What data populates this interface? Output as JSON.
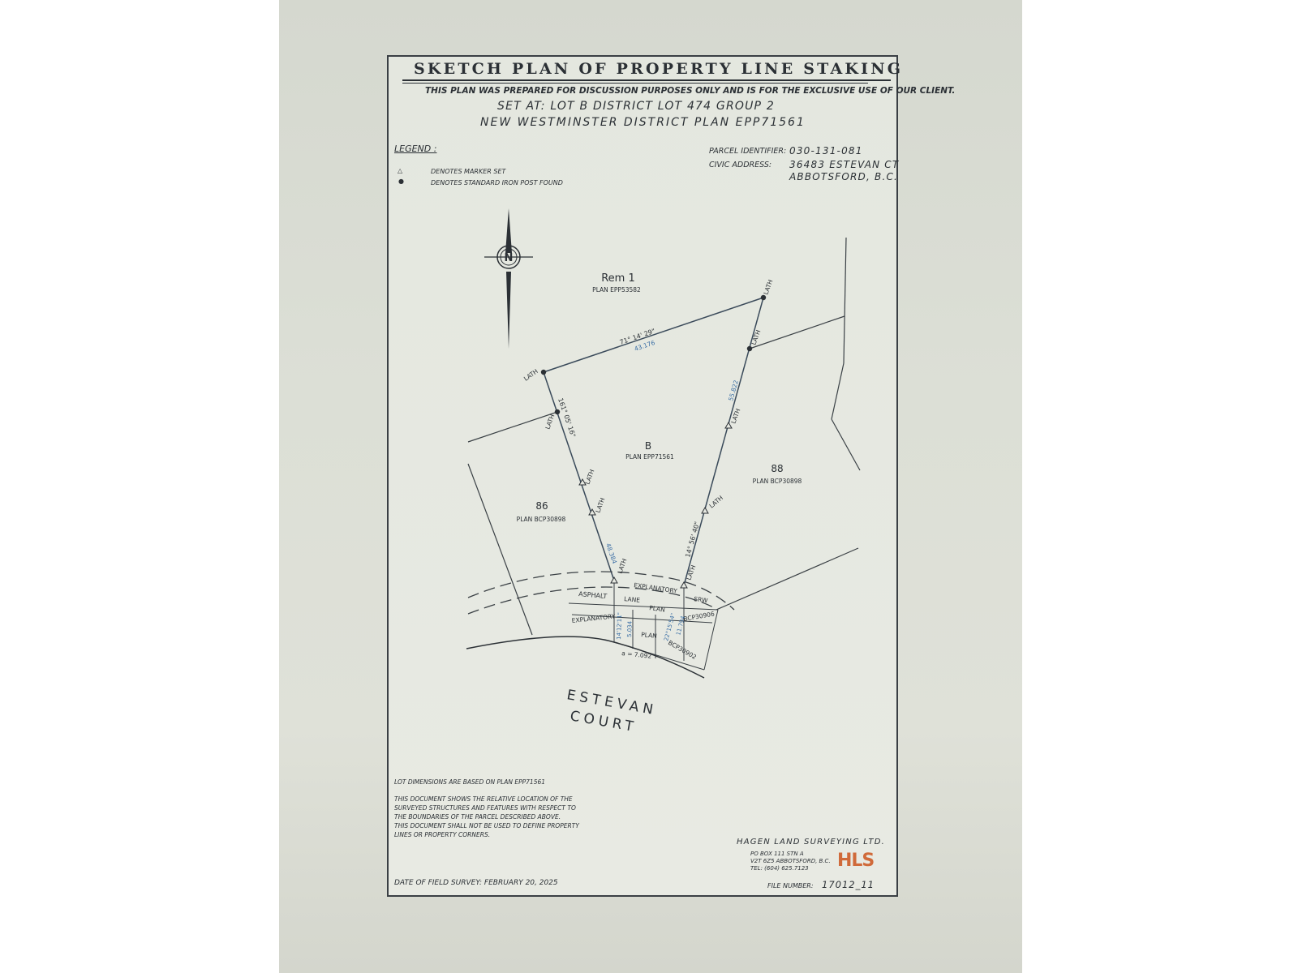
{
  "header": {
    "title": "SKETCH PLAN OF PROPERTY LINE STAKING",
    "disclaimer": "THIS PLAN WAS PREPARED FOR DISCUSSION PURPOSES ONLY AND IS FOR THE EXCLUSIVE USE OF OUR CLIENT.",
    "set_at": "SET AT: LOT B DISTRICT LOT 474 GROUP 2",
    "plan_line": "NEW WESTMINSTER DISTRICT PLAN EPP71561"
  },
  "legend": {
    "heading": "LEGEND :",
    "marker_set": "DENOTES MARKER SET",
    "iron_post": "DENOTES STANDARD IRON POST FOUND"
  },
  "parcel": {
    "pid_label": "PARCEL IDENTIFIER:",
    "pid_value": "030-131-081",
    "civic_label": "CIVIC ADDRESS:",
    "civic_line1": "36483 ESTEVAN CT",
    "civic_line2": "ABBOTSFORD, B.C."
  },
  "map": {
    "north": "N",
    "rem_lot": "Rem 1",
    "rem_plan": "PLAN EPP53582",
    "lot_b": "B",
    "lot_b_plan": "PLAN EPP71561",
    "lot_86": "86",
    "lot_86_plan": "PLAN BCP30898",
    "lot_88": "88",
    "lot_88_plan": "PLAN BCP30898",
    "lath": "LATH",
    "top_bearing": "71°  14'  29\"",
    "top_distance": "43.176",
    "left_bearing": "161°  05'  16\"",
    "left_distance": "48.384",
    "right_distance": "55.822",
    "right_bearing": "14°  56'  40\"",
    "asphalt": "ASPHALT",
    "lane": "LANE",
    "explanatory": "EXPLANATORY",
    "plan_word": "PLAN",
    "srw": "SRW",
    "bcp30906": "BCP30906",
    "bcp30902": "BCP30902",
    "dim_14121": "14'12'11\"",
    "dim_5034": "5.034",
    "dim_22": "22°15'54\"",
    "dim_11794": "11.794",
    "arc": "a = 7.092",
    "street_1": "ESTEVAN",
    "street_2": "COURT"
  },
  "notes": {
    "line1": "LOT DIMENSIONS ARE BASED ON PLAN EPP71561",
    "line2": "THIS DOCUMENT SHOWS THE RELATIVE LOCATION OF THE",
    "line3": "SURVEYED STRUCTURES AND FEATURES WITH RESPECT TO",
    "line4": "THE BOUNDARIES OF THE PARCEL DESCRIBED ABOVE.",
    "line5": "THIS DOCUMENT SHALL NOT BE USED TO DEFINE PROPERTY",
    "line6": "LINES OR PROPERTY CORNERS."
  },
  "footer": {
    "field_survey": "DATE OF FIELD SURVEY: FEBRUARY 20, 2025",
    "company": "HAGEN LAND SURVEYING LTD.",
    "addr1": "PO BOX 111 STN A",
    "addr2": "V2T 6Z5   ABBOTSFORD, B.C.",
    "addr3": "TEL:  (604) 625.7123",
    "logo": "HLS",
    "file_label": "FILE NUMBER:",
    "file_value": "17012_11"
  },
  "colors": {
    "ink": "#2b3035",
    "dimension_blue": "#3a6ea5",
    "logo_orange": "#d06a3a"
  }
}
